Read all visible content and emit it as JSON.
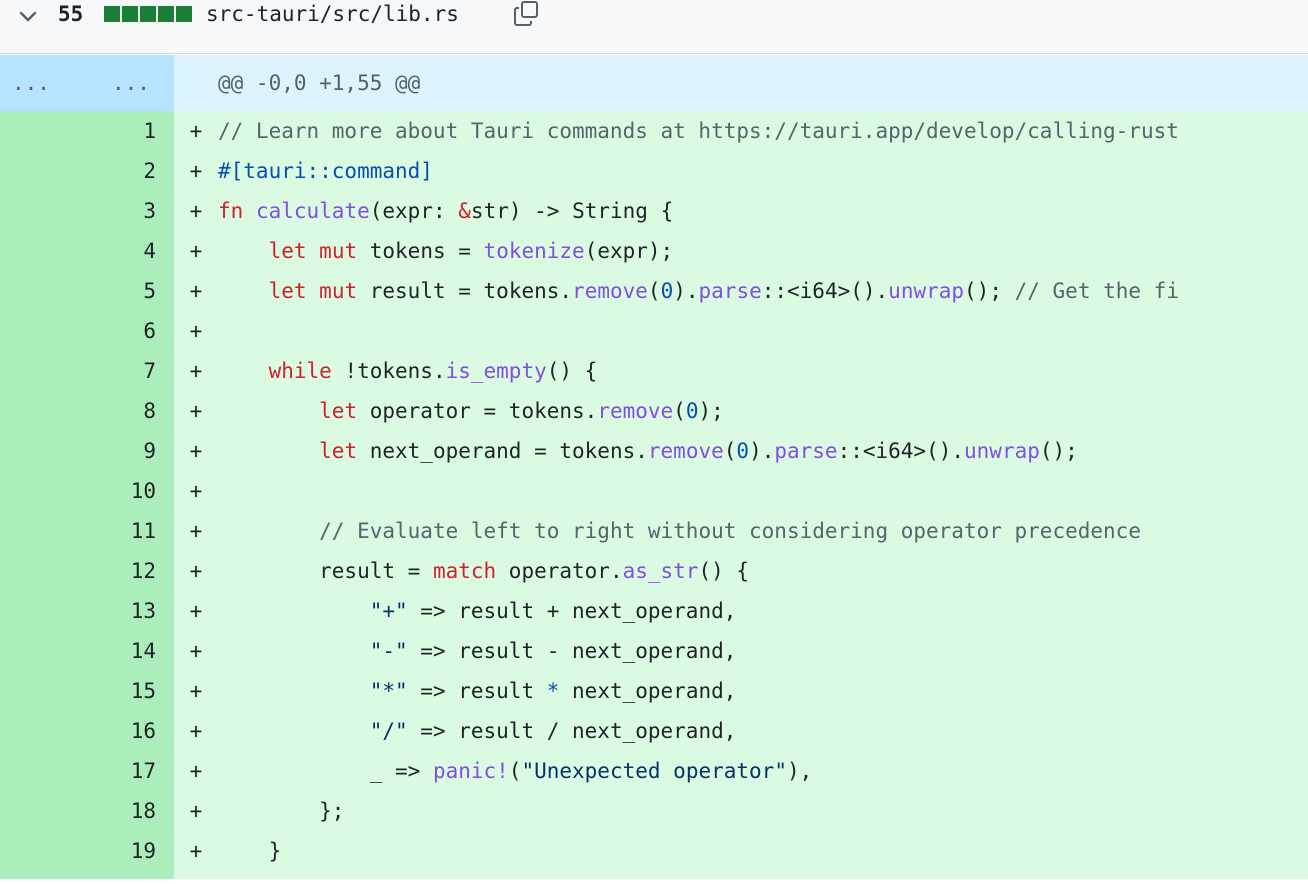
{
  "file": {
    "additions": "55",
    "path": "src-tauri/src/lib.rs",
    "icons": {
      "collapse": "chevron-down-icon",
      "copy": "copy-icon"
    },
    "colors": {
      "added_block": "#1a7f37"
    }
  },
  "hunk": {
    "old_gutter": "...",
    "new_gutter": "...",
    "header": "@@ -0,0 +1,55 @@"
  },
  "lines": [
    {
      "num": "1",
      "sign": "+",
      "text": "// Learn more about Tauri commands at https://tauri.app/develop/calling-rust"
    },
    {
      "num": "2",
      "sign": "+",
      "text": "#[tauri::command]"
    },
    {
      "num": "3",
      "sign": "+",
      "text": "fn calculate(expr: &str) -> String {"
    },
    {
      "num": "4",
      "sign": "+",
      "text": "    let mut tokens = tokenize(expr);"
    },
    {
      "num": "5",
      "sign": "+",
      "text": "    let mut result = tokens.remove(0).parse::<i64>().unwrap(); // Get the fi"
    },
    {
      "num": "6",
      "sign": "+",
      "text": ""
    },
    {
      "num": "7",
      "sign": "+",
      "text": "    while !tokens.is_empty() {"
    },
    {
      "num": "8",
      "sign": "+",
      "text": "        let operator = tokens.remove(0);"
    },
    {
      "num": "9",
      "sign": "+",
      "text": "        let next_operand = tokens.remove(0).parse::<i64>().unwrap();"
    },
    {
      "num": "10",
      "sign": "+",
      "text": ""
    },
    {
      "num": "11",
      "sign": "+",
      "text": "        // Evaluate left to right without considering operator precedence"
    },
    {
      "num": "12",
      "sign": "+",
      "text": "        result = match operator.as_str() {"
    },
    {
      "num": "13",
      "sign": "+",
      "text": "            \"+\" => result + next_operand,"
    },
    {
      "num": "14",
      "sign": "+",
      "text": "            \"-\" => result - next_operand,"
    },
    {
      "num": "15",
      "sign": "+",
      "text": "            \"*\" => result * next_operand,"
    },
    {
      "num": "16",
      "sign": "+",
      "text": "            \"/\" => result / next_operand,"
    },
    {
      "num": "17",
      "sign": "+",
      "text": "            _ => panic!(\"Unexpected operator\"),"
    },
    {
      "num": "18",
      "sign": "+",
      "text": "        };"
    },
    {
      "num": "19",
      "sign": "+",
      "text": "    }"
    }
  ]
}
